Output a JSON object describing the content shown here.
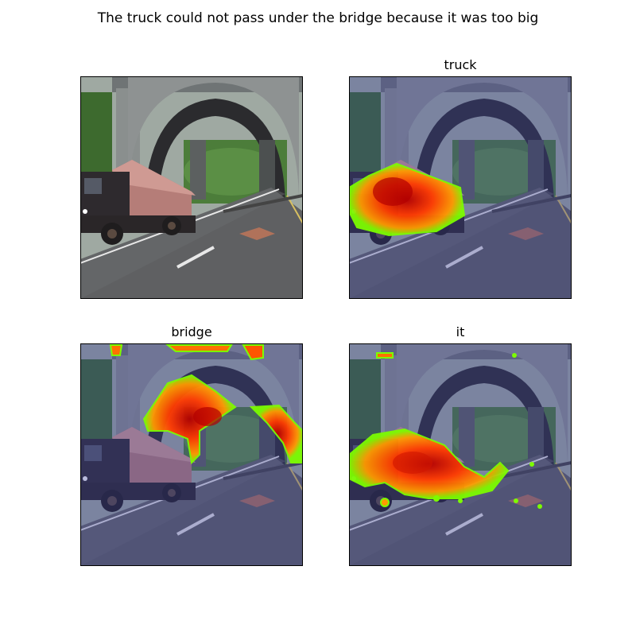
{
  "figure": {
    "suptitle": "The truck could not pass under the bridge because it was too big",
    "panels": [
      {
        "title": "",
        "overlay": "none"
      },
      {
        "title": "truck",
        "overlay": "attention-heatmap"
      },
      {
        "title": "bridge",
        "overlay": "attention-heatmap"
      },
      {
        "title": "it",
        "overlay": "attention-heatmap"
      }
    ]
  },
  "colors": {
    "heat_low": "#7CFC00",
    "heat_mid": "#FF8C00",
    "heat_high": "#B40000",
    "tint": "#3A3F9E"
  }
}
